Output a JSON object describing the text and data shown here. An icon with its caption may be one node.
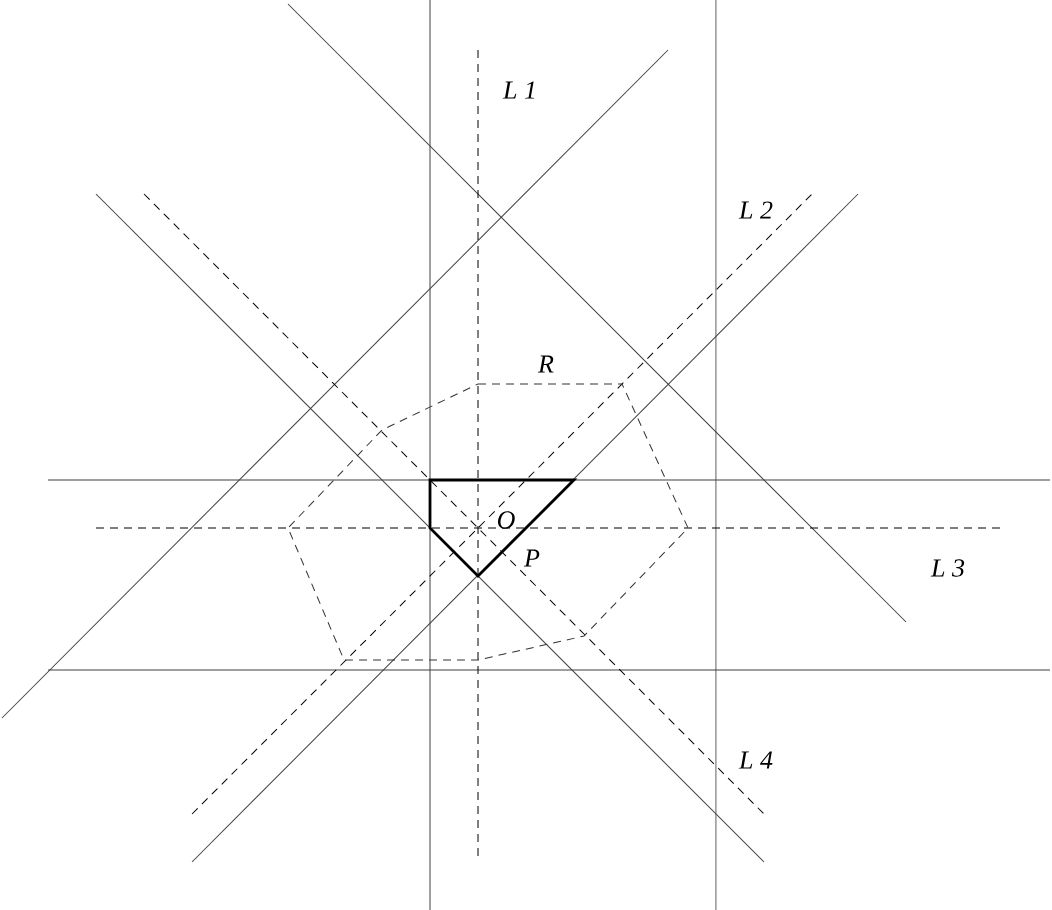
{
  "diagram": {
    "labels": [
      "L 1",
      "L 2",
      "L 3",
      "L 4",
      "R",
      "O",
      "P"
    ]
  }
}
